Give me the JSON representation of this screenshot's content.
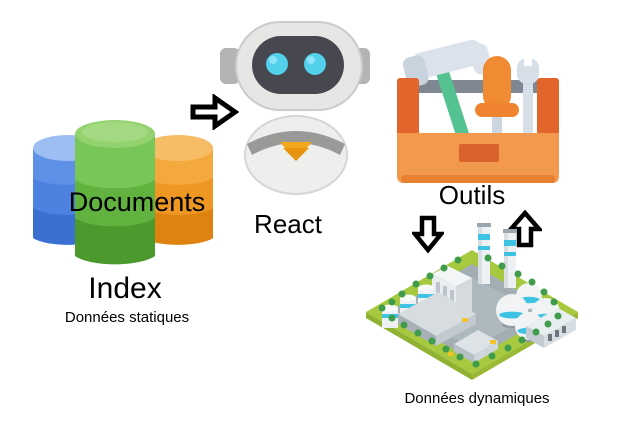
{
  "diagram": {
    "labels": {
      "documents": "Documents",
      "index": "Index",
      "index_subtitle": "Données statiques",
      "react": "React",
      "outils": "Outils",
      "factory_subtitle": "Données dynamiques"
    },
    "nodes": [
      {
        "id": "index",
        "icon": "database-cylinders-icon",
        "overlay": "Documents",
        "title": "Index",
        "subtitle": "Données statiques"
      },
      {
        "id": "react",
        "icon": "robot-icon",
        "title": "React"
      },
      {
        "id": "outils",
        "icon": "toolbox-icon",
        "title": "Outils"
      },
      {
        "id": "factory",
        "icon": "factory-icon",
        "subtitle": "Données dynamiques"
      }
    ],
    "arrows": [
      {
        "name": "arrow-right-icon",
        "from": "Index",
        "to": "React",
        "style": "black-outline-white-fill"
      },
      {
        "name": "arrow-down-icon",
        "from": "Outils",
        "to": "Données dynamiques",
        "style": "black-outline-white-fill"
      },
      {
        "name": "arrow-up-icon",
        "from": "Données dynamiques",
        "to": "Outils",
        "style": "black-outline-white-fill"
      }
    ],
    "colors": {
      "db_blue": "#5f90e8",
      "db_green": "#79c658",
      "db_orange": "#f4a93e",
      "robot_shell": "#e6e6e4",
      "robot_face": "#47474f",
      "robot_eye": "#53d0ec",
      "robot_chest_triangle": "#f3a71d",
      "toolbox_box": "#f2994e",
      "toolbox_trim": "#e2662b",
      "hammer_handle": "#55c291",
      "tool_metal": "#dbe2eb",
      "factory_grass": "#a7c93f",
      "factory_platform": "#a2adb4",
      "factory_stripe": "#3fc3e2",
      "arrow_outline": "#000000",
      "text": "#000000"
    }
  }
}
